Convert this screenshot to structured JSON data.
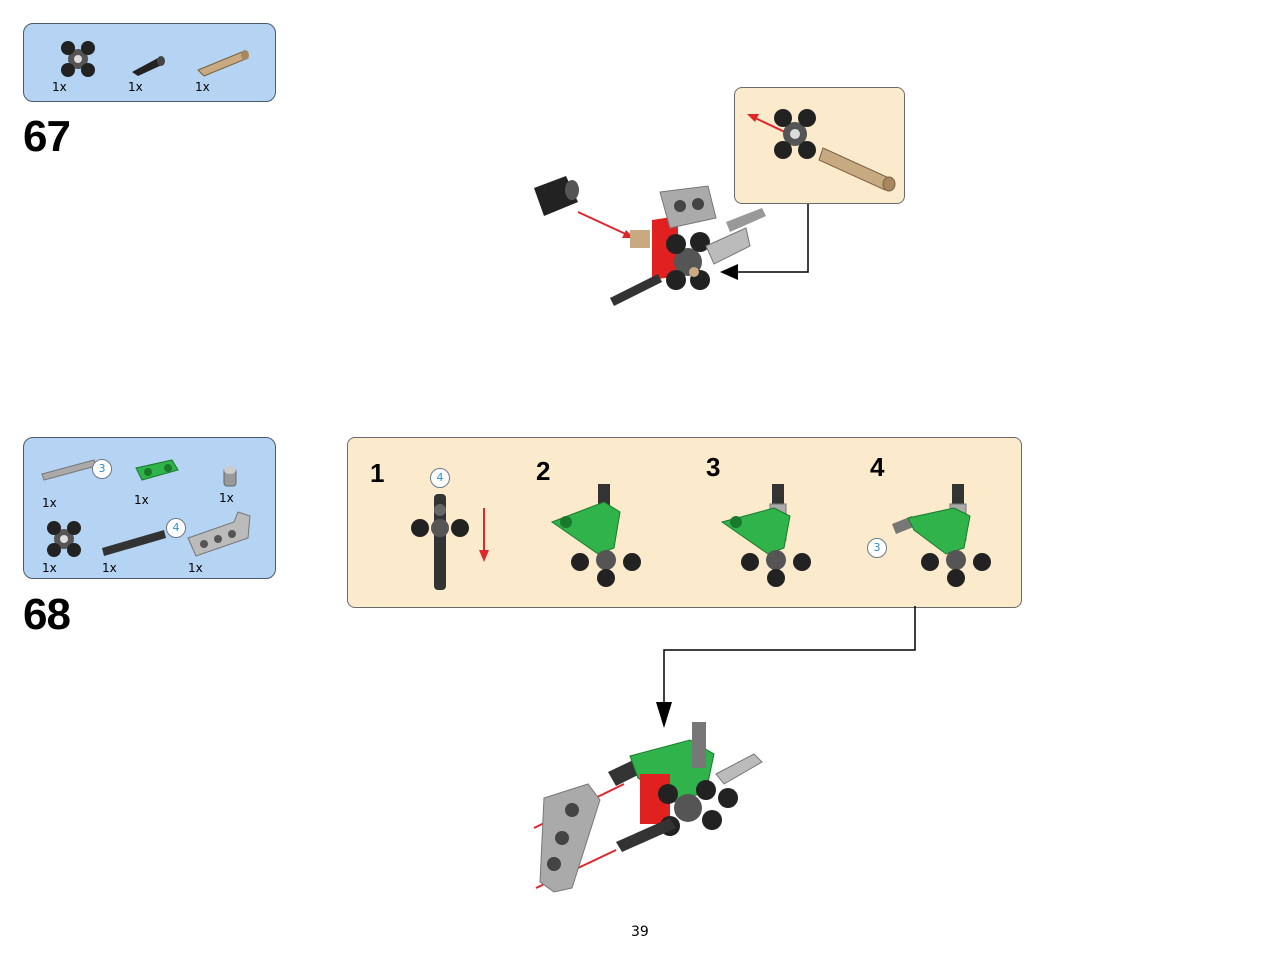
{
  "page_number": "39",
  "steps": [
    {
      "number": "67",
      "parts": [
        {
          "icon": "wheel-hub-icon",
          "qty": "1x"
        },
        {
          "icon": "black-axle-connector-icon",
          "qty": "1x"
        },
        {
          "icon": "tan-axle-pin-icon",
          "qty": "1x"
        }
      ],
      "callout_icon": "hub-with-tan-pin-callout"
    },
    {
      "number": "68",
      "parts": [
        {
          "icon": "gray-axle-icon",
          "qty": "1x",
          "length": "3"
        },
        {
          "icon": "green-cross-block-icon",
          "qty": "1x"
        },
        {
          "icon": "bush-icon",
          "qty": "1x"
        },
        {
          "icon": "wheel-hub-icon",
          "qty": "1x"
        },
        {
          "icon": "black-axle-icon",
          "qty": "1x",
          "length": "4"
        },
        {
          "icon": "gray-l-beam-icon",
          "qty": "1x"
        }
      ],
      "substeps": [
        {
          "number": "1",
          "badge": "4"
        },
        {
          "number": "2"
        },
        {
          "number": "3"
        },
        {
          "number": "4",
          "badge": "3"
        }
      ]
    }
  ],
  "colors": {
    "parts_panel": "#b5d3f2",
    "callout_panel": "#fbeacb",
    "assembly_arrow": "#e0262b",
    "green_part": "#2fb34a",
    "red_part": "#e12020",
    "tan_part": "#c8aa82"
  }
}
